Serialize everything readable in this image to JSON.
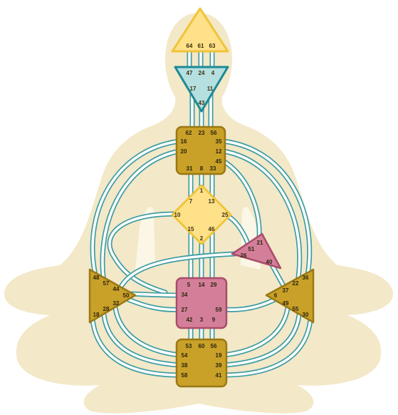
{
  "colors": {
    "silhouette": "#f3e8c8",
    "channel_outline": "#3e9da3",
    "channel_fill": "#ffffff",
    "center_defined_yellow": "#ffe18a",
    "center_defined_yellow_border": "#f0c43a",
    "center_teal": "#b6dfe0",
    "center_teal_border": "#1c8a93",
    "center_gold": "#c9a128",
    "center_gold_border": "#9a7814",
    "center_pink": "#d47f99",
    "center_pink_border": "#a94c6a"
  },
  "centers": {
    "head": {
      "gates": [
        "64",
        "61",
        "63"
      ]
    },
    "ajna": {
      "gates": [
        "47",
        "24",
        "4",
        "17",
        "11",
        "43"
      ]
    },
    "throat": {
      "gates": [
        "62",
        "23",
        "56",
        "16",
        "35",
        "20",
        "12",
        "45",
        "31",
        "8",
        "33"
      ]
    },
    "g": {
      "gates": [
        "1",
        "7",
        "13",
        "10",
        "25",
        "15",
        "46",
        "2"
      ]
    },
    "ego": {
      "gates": [
        "21",
        "51",
        "26",
        "40"
      ]
    },
    "spleen": {
      "gates": [
        "48",
        "57",
        "44",
        "50",
        "32",
        "28",
        "18"
      ]
    },
    "sacral": {
      "gates": [
        "5",
        "14",
        "29",
        "34",
        "27",
        "59",
        "42",
        "3",
        "9"
      ]
    },
    "solar_plexus": {
      "gates": [
        "36",
        "22",
        "6",
        "37",
        "49",
        "55",
        "30"
      ]
    },
    "root": {
      "gates": [
        "53",
        "60",
        "56",
        "54",
        "19",
        "38",
        "39",
        "58",
        "41"
      ]
    }
  }
}
